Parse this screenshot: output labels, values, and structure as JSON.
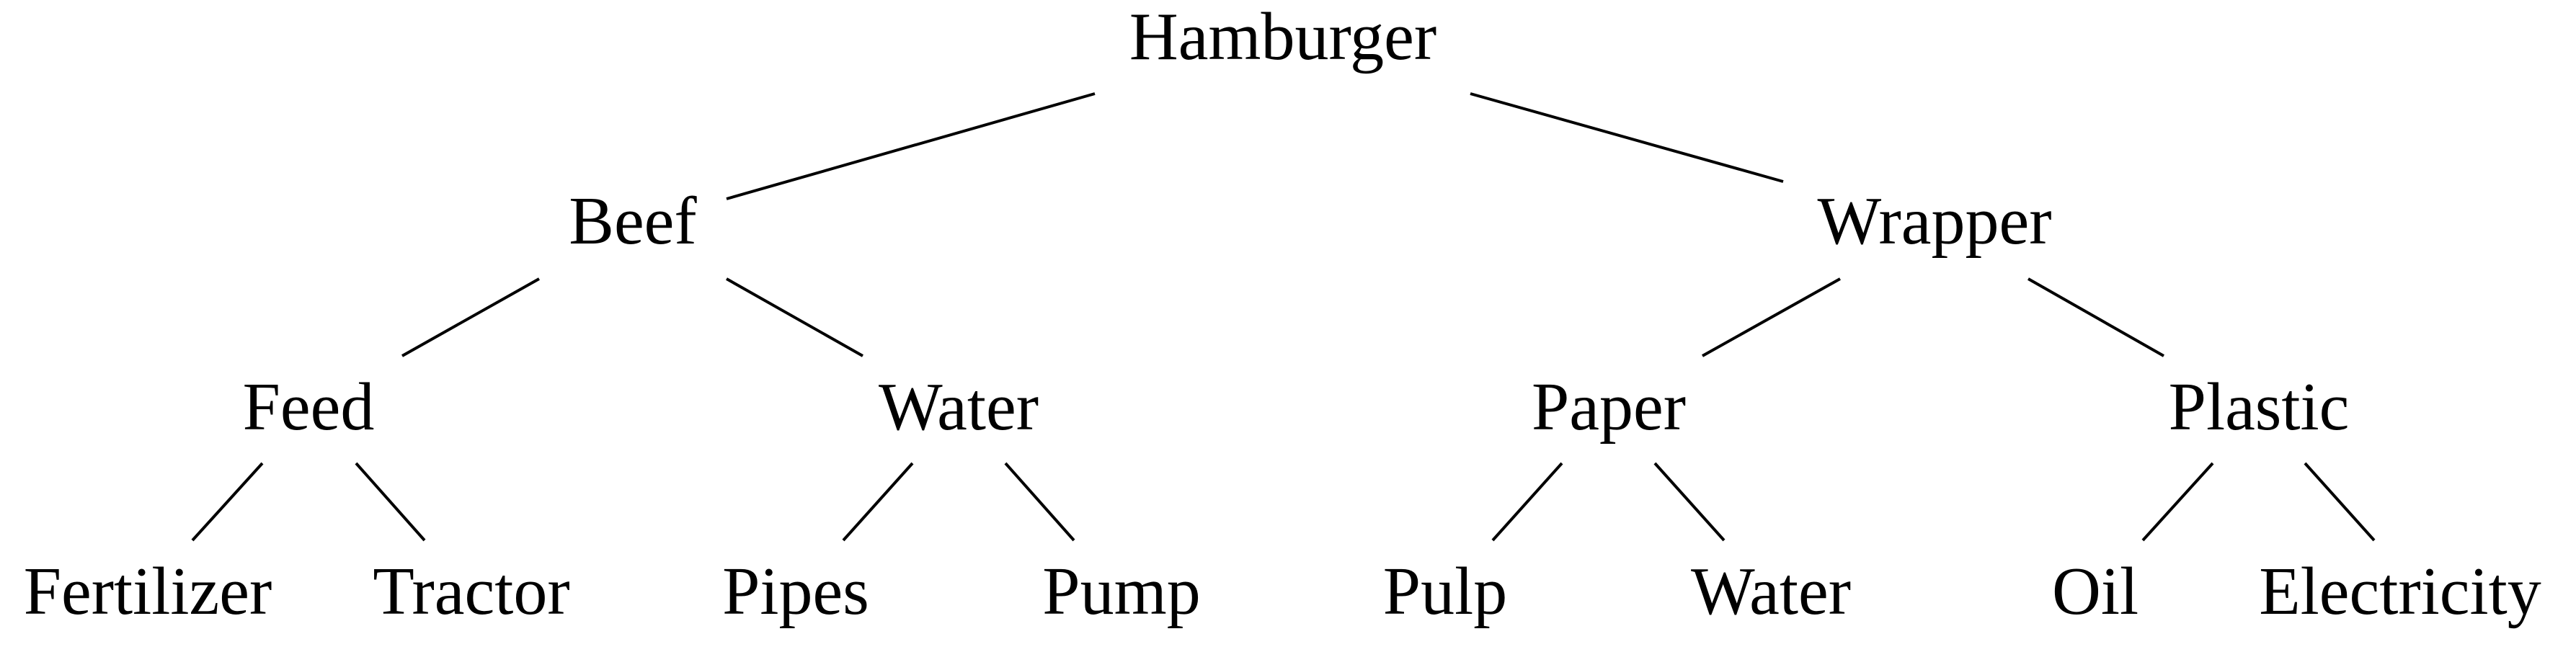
{
  "tree": {
    "root": {
      "label": "Hamburger",
      "children": [
        {
          "label": "Beef",
          "children": [
            {
              "label": "Feed",
              "children": [
                {
                  "label": "Fertilizer"
                },
                {
                  "label": "Tractor"
                }
              ]
            },
            {
              "label": "Water",
              "children": [
                {
                  "label": "Pipes"
                },
                {
                  "label": "Pump"
                }
              ]
            }
          ]
        },
        {
          "label": "Wrapper",
          "children": [
            {
              "label": "Paper",
              "children": [
                {
                  "label": "Pulp"
                },
                {
                  "label": "Water"
                }
              ]
            },
            {
              "label": "Plastic",
              "children": [
                {
                  "label": "Oil"
                },
                {
                  "label": "Electricity"
                }
              ]
            }
          ]
        }
      ]
    }
  }
}
